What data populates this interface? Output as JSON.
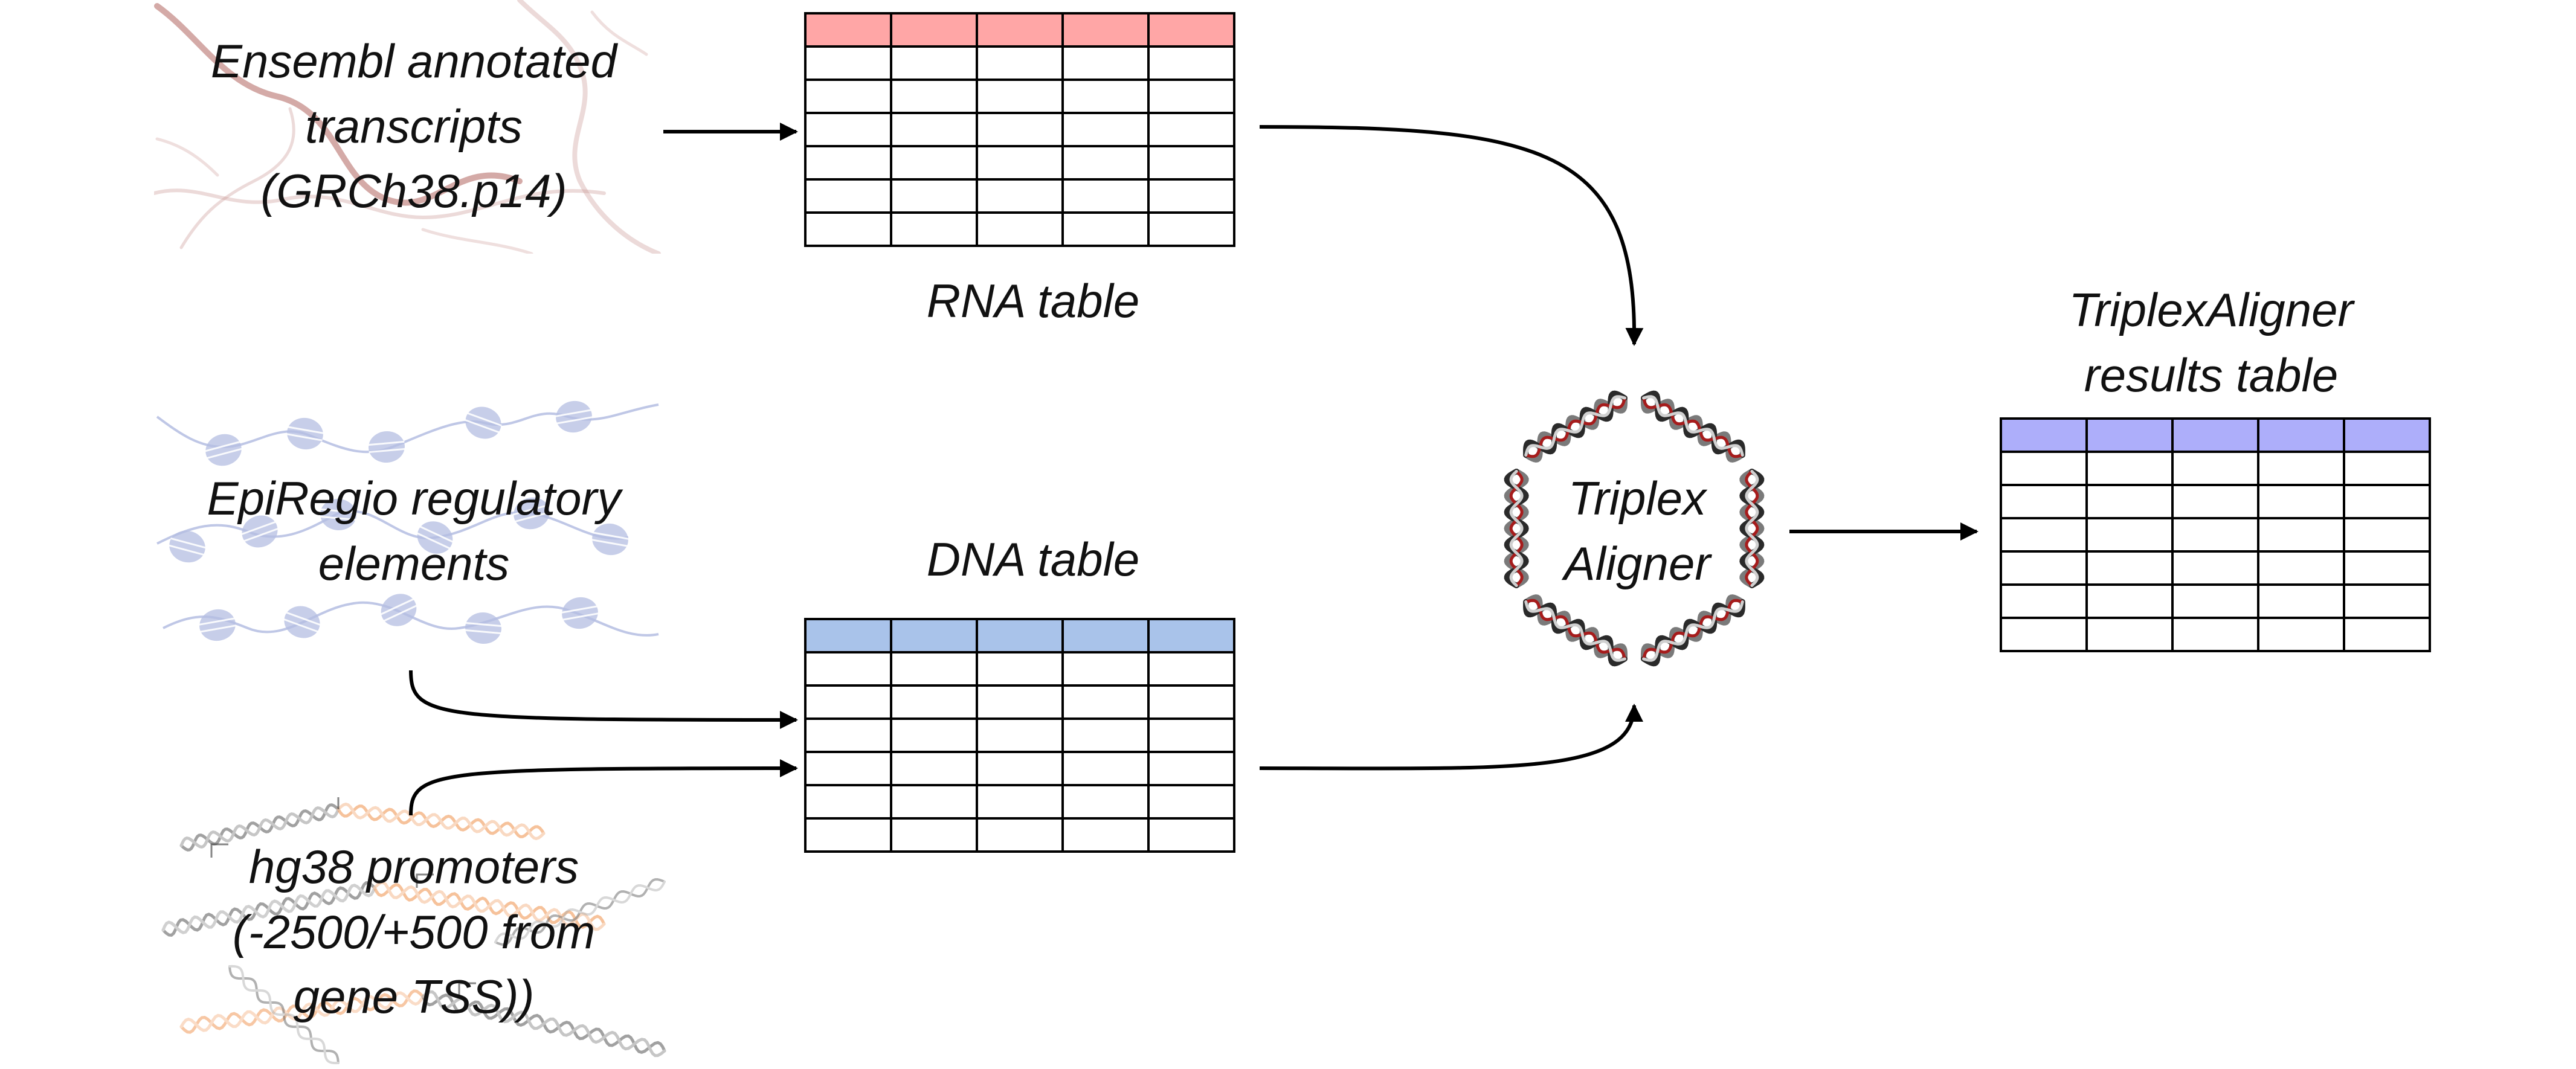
{
  "sources": {
    "ensembl": "Ensembl annotated\ntranscripts\n(GRCh38.p14)",
    "epiregio": "EpiRegio regulatory\nelements",
    "promoters": "hg38 promoters\n(-2500/+500 from\ngene TSS))"
  },
  "tables": {
    "rna": {
      "label": "RNA table",
      "header_color": "#ffa6a6"
    },
    "dna": {
      "label": "DNA table",
      "header_color": "#a9c3ea"
    },
    "results": {
      "label": "TriplexAligner\nresults table",
      "header_color": "#adaefa"
    }
  },
  "aligner": {
    "label": "Triplex\nAligner"
  },
  "colors": {
    "line": "#000000",
    "rna_strand": "#c99591",
    "nucleosome": "#b4bde2",
    "dna_grey": "#555555",
    "dna_orange": "#f19a5a",
    "helix_red": "#a61c1c",
    "helix_grey": "#7a7a7a"
  },
  "icons": {
    "rna_background": "rna-strands-icon",
    "chromatin_background": "nucleosome-chromatin-icon",
    "dna_background": "dna-promoter-helices-icon",
    "aligner_ring": "dna-helix-hexagon-icon"
  }
}
